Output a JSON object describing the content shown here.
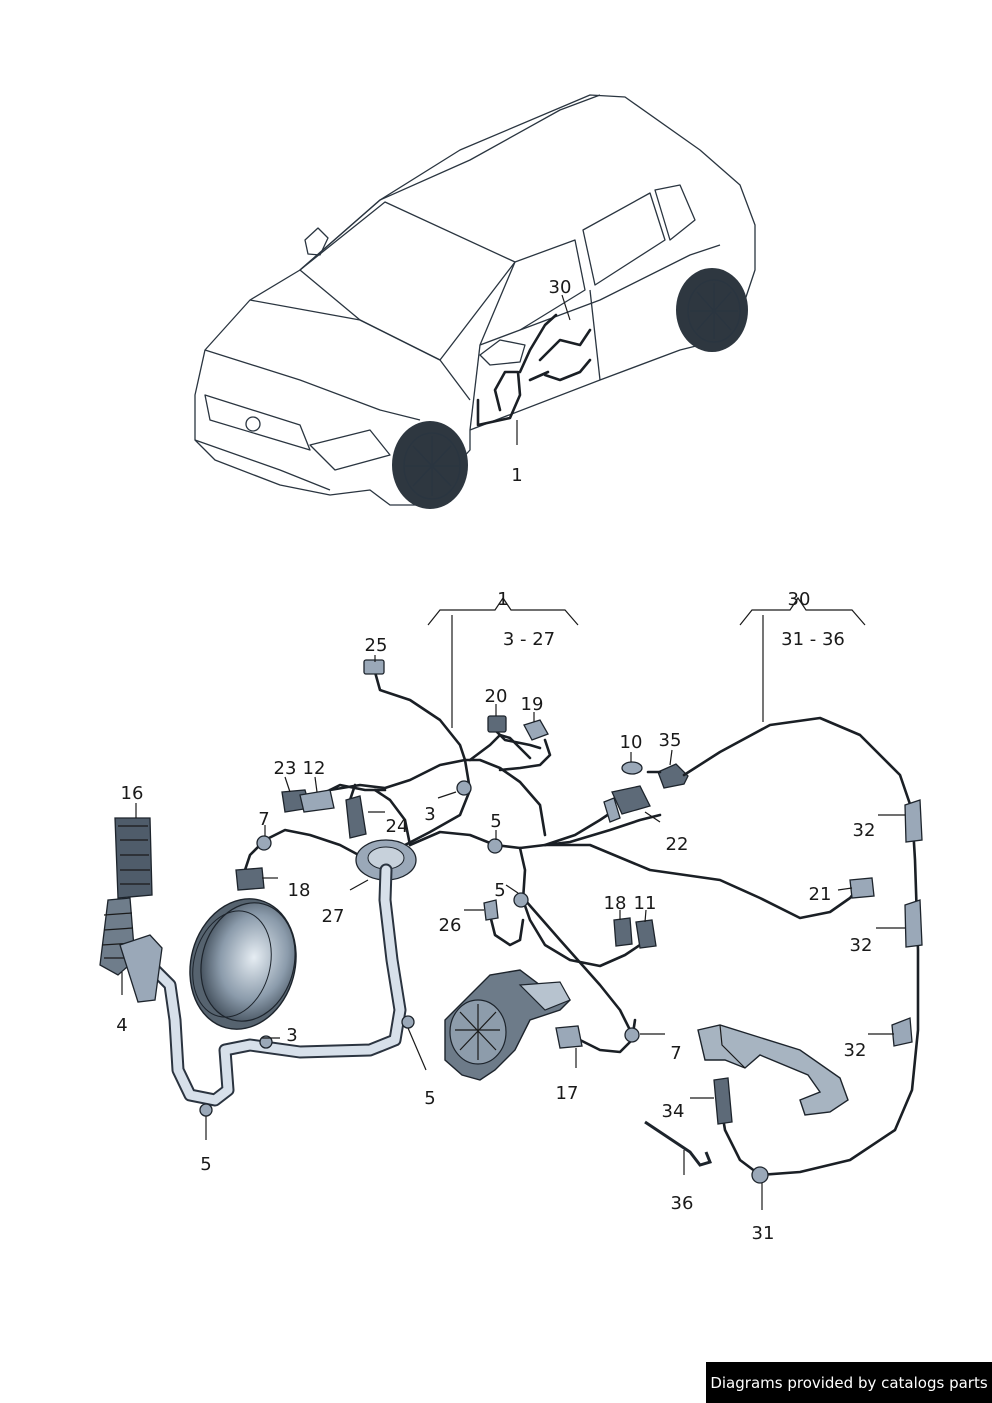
{
  "callouts": {
    "c1_car": "1",
    "c30_car": "30",
    "c1_top": "1",
    "range_1": "3 - 27",
    "c30_top": "30",
    "range_30": "31 - 36",
    "c25": "25",
    "c20": "20",
    "c19": "19",
    "c10": "10",
    "c35": "35",
    "c23": "23",
    "c12": "12",
    "c16": "16",
    "c7a": "7",
    "c24": "24",
    "c3a": "3",
    "c5a": "5",
    "c22": "22",
    "c32a": "32",
    "c18a": "18",
    "c27": "27",
    "c5b": "5",
    "c21": "21",
    "c26": "26",
    "c18b": "18",
    "c11": "11",
    "c32b": "32",
    "c4": "4",
    "c3b": "3",
    "c32c": "32",
    "c7b": "7",
    "c5c": "5",
    "c17": "17",
    "c34": "34",
    "c5d": "5",
    "c36": "36",
    "c31": "31"
  },
  "watermark": "Diagrams provided by catalogs parts"
}
